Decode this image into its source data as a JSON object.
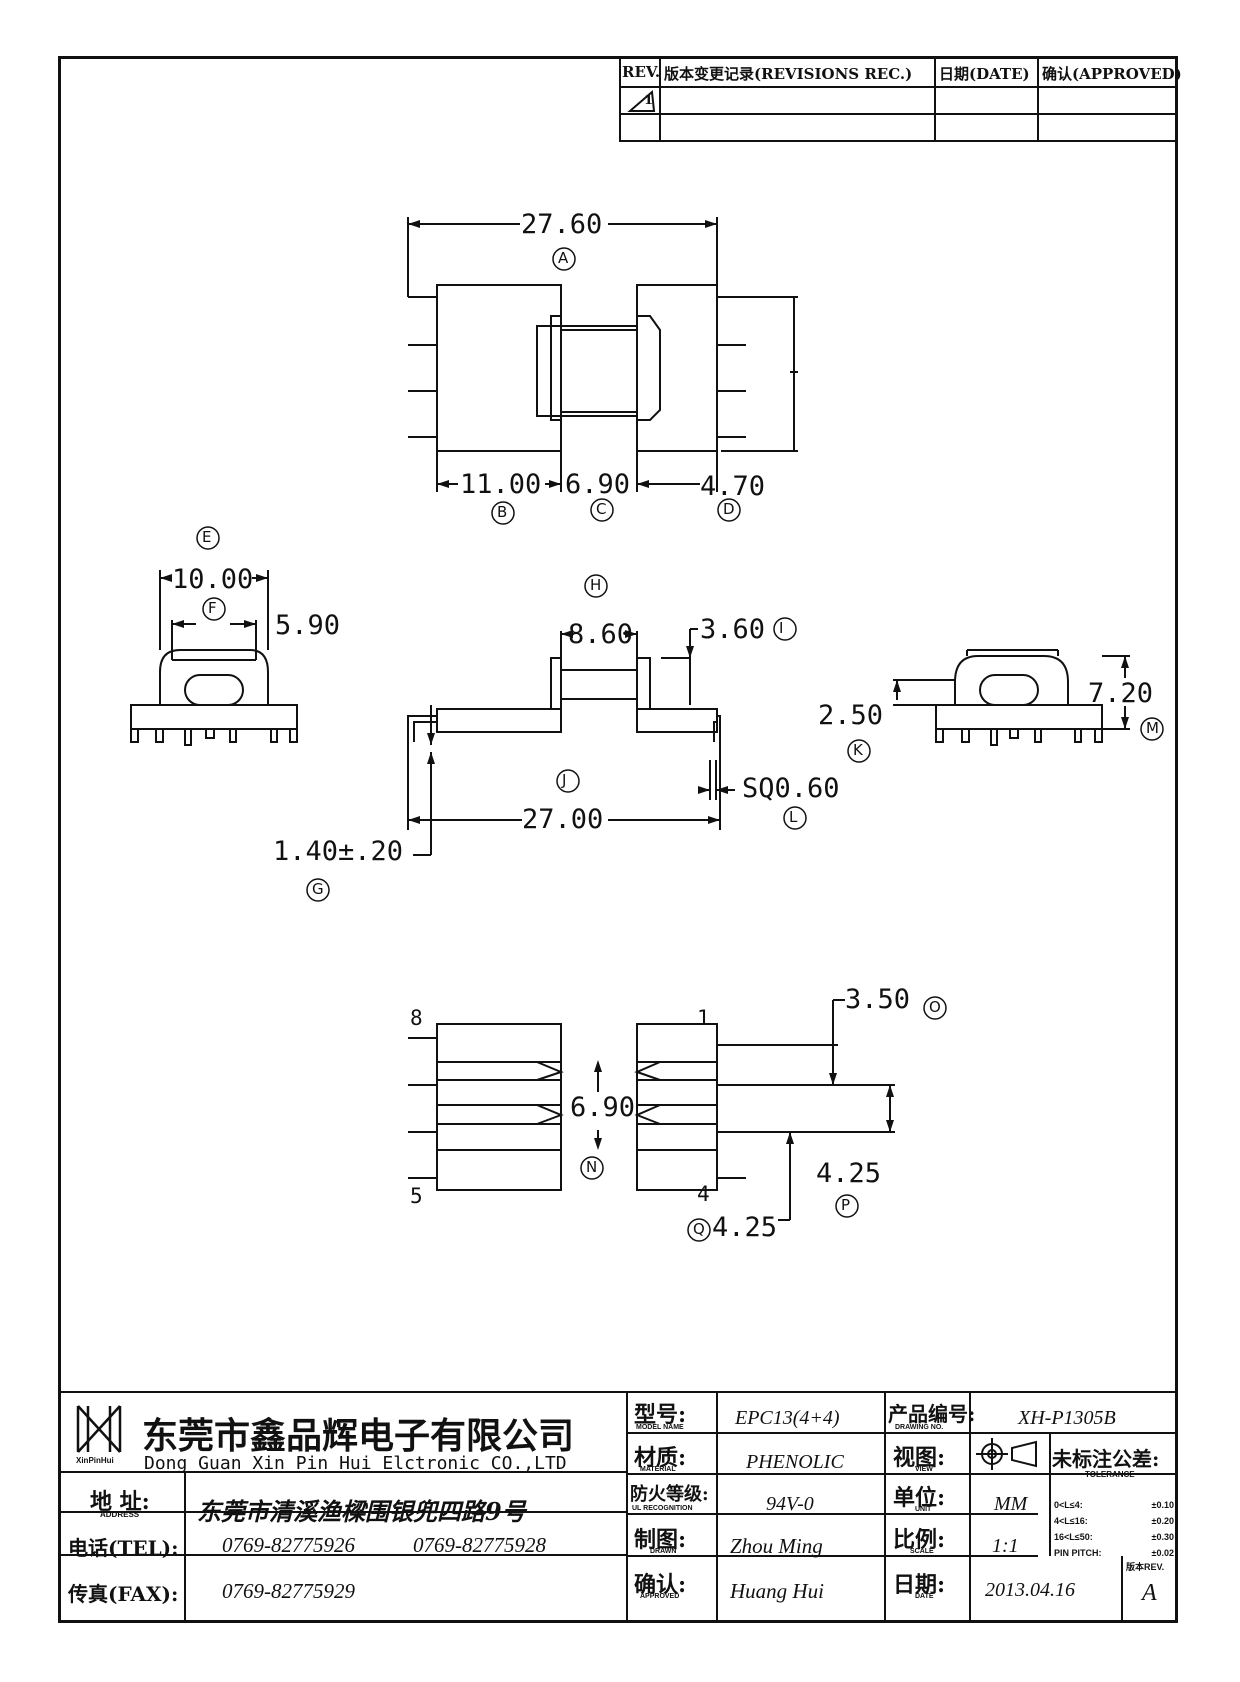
{
  "revision_table": {
    "rev_header": "REV.",
    "revisions_header": "版本变更记录(REVISIONS REC.)",
    "date_header": "日期(DATE)",
    "approved_header": "确认(APPROVED)",
    "rev_symbol": "1"
  },
  "top_view": {
    "overall_length": "27.60",
    "overall_label": "A",
    "left_width": "11.00",
    "left_label": "B",
    "core_width": "6.90",
    "core_label": "C",
    "right_offset": "4.70",
    "right_label": "D"
  },
  "side_views": {
    "left": {
      "outer": "10.00",
      "outer_label": "E",
      "inner": "5.90",
      "inner_label": "F"
    },
    "front": {
      "label_h": "H",
      "gap": "8.60",
      "flange_h": "3.60",
      "flange_label": "I",
      "span": "27.00",
      "span_label": "J",
      "pin_sq": "SQ0.60",
      "pin_label": "L",
      "pin_len": "1.40±.20",
      "pin_len_label": "G"
    },
    "right": {
      "base": "2.50",
      "base_label": "K",
      "height": "7.20",
      "height_label": "M"
    }
  },
  "bottom_view": {
    "pin_numbers": [
      "8",
      "1",
      "5",
      "4"
    ],
    "slot": "6.90",
    "slot_label": "N",
    "pitch_o": "3.50",
    "label_o": "O",
    "pitch_p": "4.25",
    "label_p": "P",
    "pitch_q": "4.25",
    "label_q": "Q"
  },
  "title_block": {
    "company_cn": "东莞市鑫品辉电子有限公司",
    "company_en": "Dong Guan Xin Pin Hui Elctronic CO.,LTD",
    "logo_text": "XinPinHui",
    "address_label": "地 址:",
    "address_label_en": "ADDRESS",
    "address": "东莞市清溪渔樑围银兜四路9号",
    "tel_label": "电话(TEL):",
    "tel1": "0769-82775926",
    "tel2": "0769-82775928",
    "fax_label": "传真(FAX):",
    "fax": "0769-82775929",
    "model_label": "型号:",
    "model_label_en": "MODEL NAME",
    "model": "EPC13(4+4)",
    "material_label": "材质:",
    "material_label_en": "MATERIAL",
    "material": "PHENOLIC",
    "fire_label": "防火等级:",
    "fire_label_en": "UL RECOGNITION",
    "fire": "94V-0",
    "drawn_label": "制图:",
    "drawn_label_en": "DRAWN",
    "drawn": "Zhou Ming",
    "approved_label": "确认:",
    "approved_label_en": "APPROVED",
    "approved": "Huang Hui",
    "drawing_no_label": "产品编号:",
    "drawing_no_label_en": "DRAWING NO.",
    "drawing_no": "XH-P1305B",
    "view_label": "视图:",
    "view_label_en": "VIEW",
    "unit_label": "单位:",
    "unit_label_en": "UNIT",
    "unit": "MM",
    "scale_label": "比例:",
    "scale_label_en": "SCALE",
    "scale": "1:1",
    "date_label": "日期:",
    "date_label_en": "DATE",
    "date": "2013.04.16",
    "tolerance_label": "未标注公差:",
    "tolerance_label_en": "TOLERANCE",
    "tolerances": [
      {
        "range": "0<L≤4:",
        "value": "±0.10"
      },
      {
        "range": "4<L≤16:",
        "value": "±0.20"
      },
      {
        "range": "16<L≤50:",
        "value": "±0.30"
      },
      {
        "range": "PIN PITCH:",
        "value": "±0.02"
      }
    ],
    "rev_label": "版本REV.",
    "rev": "A"
  }
}
